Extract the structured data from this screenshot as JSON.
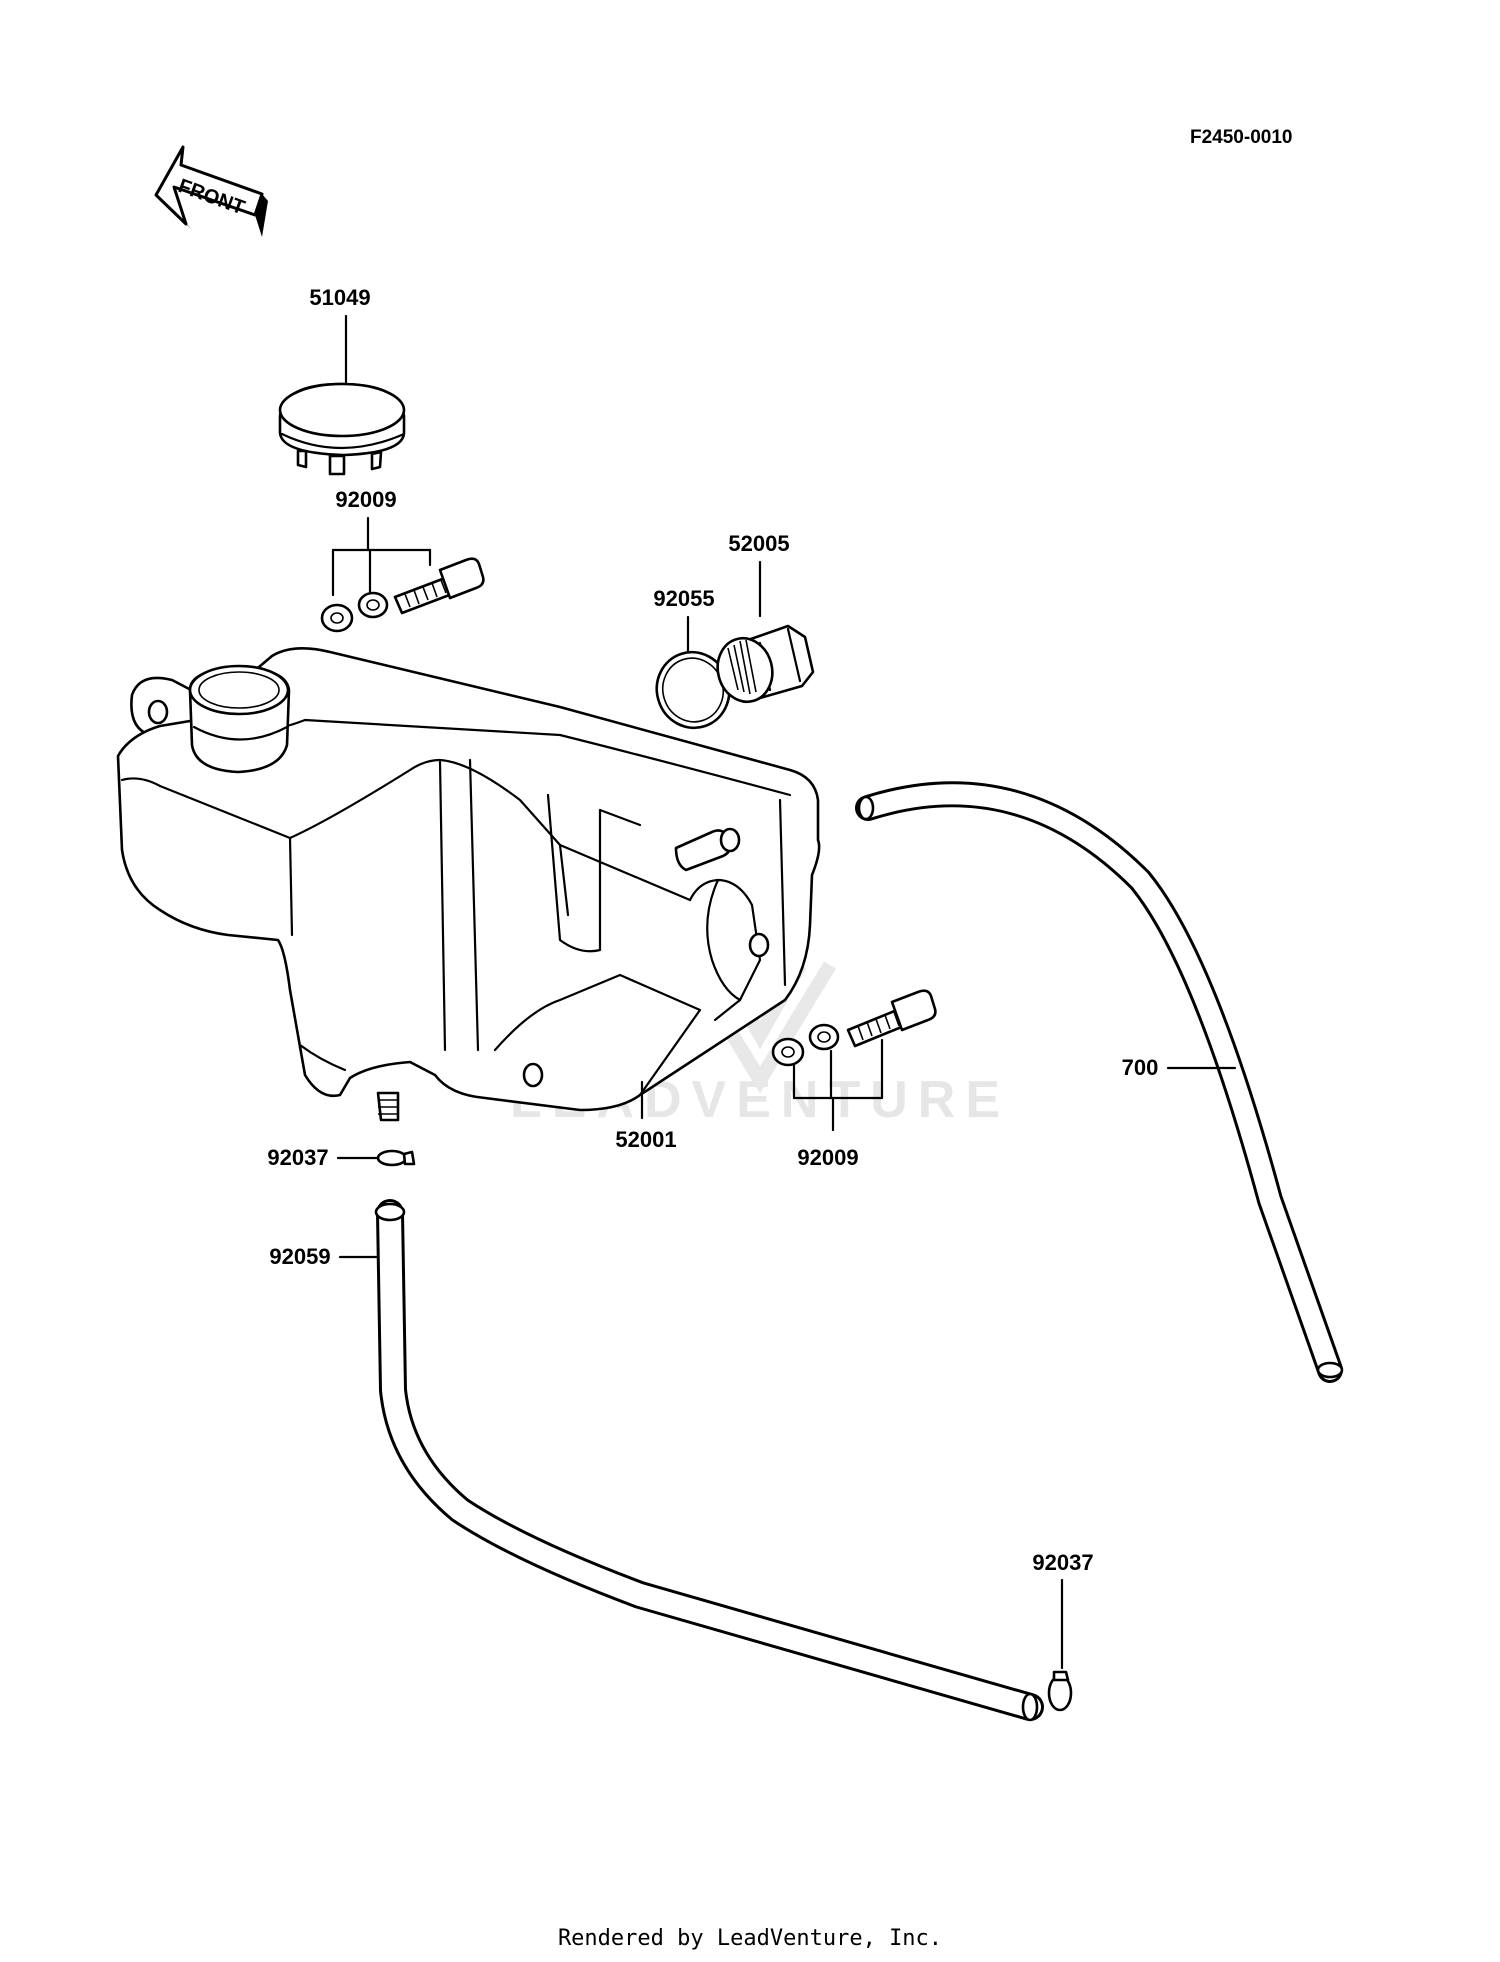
{
  "figure_code": "F2450-0010",
  "front_arrow_label": "FRONT",
  "watermark": "LEADVENTURE",
  "footer": "Rendered by LeadVenture, Inc.",
  "parts": {
    "cap": "51049",
    "tank_bolt_top": "92009",
    "drain_plug": "52005",
    "gasket": "92055",
    "tank": "52001",
    "tank_bolt_right": "92009",
    "hose_700": "700",
    "clamp_top": "92037",
    "hose_92059": "92059",
    "clamp_bottom": "92037"
  }
}
